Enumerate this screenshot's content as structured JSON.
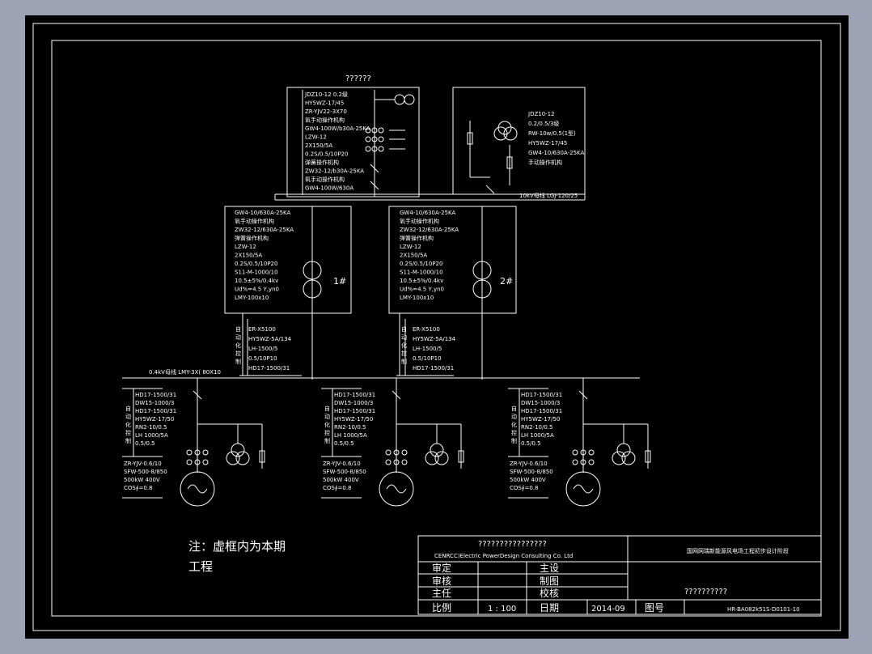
{
  "title_top": "??????",
  "feeder": {
    "lines": [
      "JDZ10-12 0.2级",
      "HY5WZ-17/45",
      "ZR-YJV22-3X70",
      "氧手动操作机构",
      "GW4-100W/b30A-25KA",
      "LZW-12",
      "2X150/5A",
      "0.2S/0.5/10P20",
      "弹簧操作机构",
      "ZW32-12/b30A-25KA",
      "氧手动操作机构",
      "GW4-100W/630A"
    ]
  },
  "pt": {
    "lines": [
      "JDZ10-12",
      "0.2/0.5/3级",
      "RW-10w/0.5(1型)",
      "HY5WZ-17/45",
      "GW4-10/630A-25KA",
      "手动操作机构"
    ],
    "bus_label": "10kV母线 LGJ-120/25"
  },
  "transformer1": {
    "lines": [
      "GW4-10/630A-25KA",
      "氧手动操作机构",
      "ZW32-12/630A-25KA",
      "弹簧操作机构",
      "LZW-12",
      "2X150/5A",
      "0.2S/0.5/10P20",
      "S11-M-1000/10",
      "10.5±5%/0.4kv",
      "Ud%=4.5 Y,yn0",
      "LMY-100x10"
    ],
    "low_lines": [
      "ER-X5100",
      "HY5WZ-5A/134",
      "LH-1500/5",
      "0.5/10P10",
      "HD17-1500/31"
    ],
    "vert": "自动化控制",
    "tag": "1#"
  },
  "transformer2": {
    "lines": [
      "GW4-10/630A-25KA",
      "氧手动操作机构",
      "ZW32-12/630A-25KA",
      "弹簧操作机构",
      "LZW-12",
      "2X150/5A",
      "0.2S/0.5/10P20",
      "S11-M-1000/10",
      "10.5±5%/0.4kv",
      "Ud%=4.5 Y,yn0",
      "LMY-100x10"
    ],
    "low_lines": [
      "ER-X5100",
      "HY5WZ-5A/134",
      "LH-1500/5",
      "0.5/10P10",
      "HD17-1500/31"
    ],
    "vert": "自动化控制",
    "tag": "2#"
  },
  "lv_bus_label": "0.4kV母线 LMY-3X( 80X10",
  "generators": [
    {
      "lines": [
        "HD17-1500/31",
        "DW15-1000/3",
        "HD17-1500/31",
        "HY5WZ-17/50",
        "RN2-10/0.5",
        "LH 1000/5A",
        "0.5/0.5"
      ],
      "vert": "自动化控制",
      "bottom": [
        "ZR-YJV-0.6/10",
        "SFW-500-8/850",
        "500kW 400V",
        "COS∮=0.8"
      ]
    },
    {
      "lines": [
        "HD17-1500/31",
        "DW15-1000/3",
        "HD17-1500/31",
        "HY5WZ-17/50",
        "RN2-10/0.5",
        "LH 1000/5A",
        "0.5/0.5"
      ],
      "vert": "自动化控制",
      "bottom": [
        "ZR-YJV-0.6/10",
        "SFW-500-8/850",
        "500kW 400V",
        "COS∮=0.8"
      ]
    },
    {
      "lines": [
        "HD17-1500/31",
        "DW15-1000/3",
        "HD17-1500/31",
        "HY5WZ-17/50",
        "RN2-10/0.5",
        "LH 1000/5A",
        "0.5/0.5"
      ],
      "vert": "自动化控制",
      "bottom": [
        "ZR-YJV-0.6/10",
        "SFW-500-8/850",
        "500kW 400V",
        "COS∮=0.8"
      ]
    }
  ],
  "note_line1": "注：虚框内为本期",
  "note_line2": "工程",
  "title_block": {
    "company_cn": "????????????????",
    "company_en": "CENRCC)Electric PowerDesign Consulting Co.  Ltd",
    "project": "国网网瑞新能源风电场工程初步设计阶段",
    "approve": "审定",
    "review": "审核",
    "director": "主任",
    "scale_label": "比例",
    "scale_value": "1 : 100",
    "main_design": "主设",
    "draw": "制图",
    "check": "校核",
    "date_label": "日期",
    "date_value": "2014-09",
    "drawing_no_label": "图号",
    "drawing_name": "??????????",
    "drawing_no": "HR-BA082k51S-D0101-10"
  },
  "colors": {
    "background": "#000000",
    "line": "#ffffff",
    "frame": "#9da3b5"
  }
}
